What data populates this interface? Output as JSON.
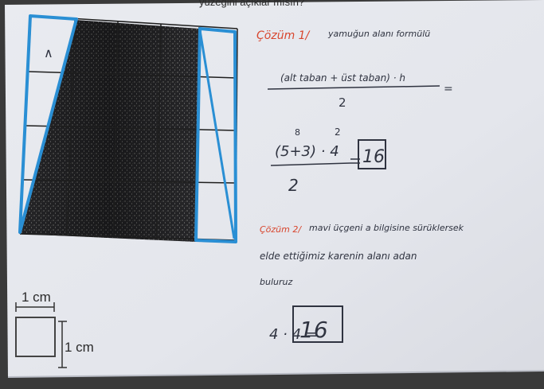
{
  "header_text": "yüzeğini açıklar mısın?",
  "figure": {
    "triangle_label": "∧",
    "unit_square": {
      "width_label": "1 cm",
      "height_label": "1 cm"
    }
  },
  "solution1": {
    "label": "Çözüm 1/",
    "text": "yamuğun alanı formülü",
    "formula_numerator": "(alt taban + üst taban) · h",
    "formula_denominator": "2",
    "equals_tail": "=",
    "calc_numerator": "(5+3) · 4",
    "calc_sup_left": "8",
    "calc_sup_right": "2",
    "calc_denominator": "2",
    "result": "16"
  },
  "solution2": {
    "label": "Çözüm 2/",
    "line1": "mavi üçgeni a bilgisine sürüklersek",
    "line2": "elde ettiğimiz karenin alanı adan",
    "line3": "buluruz",
    "calc": "4 · 4 =",
    "result": "16"
  }
}
